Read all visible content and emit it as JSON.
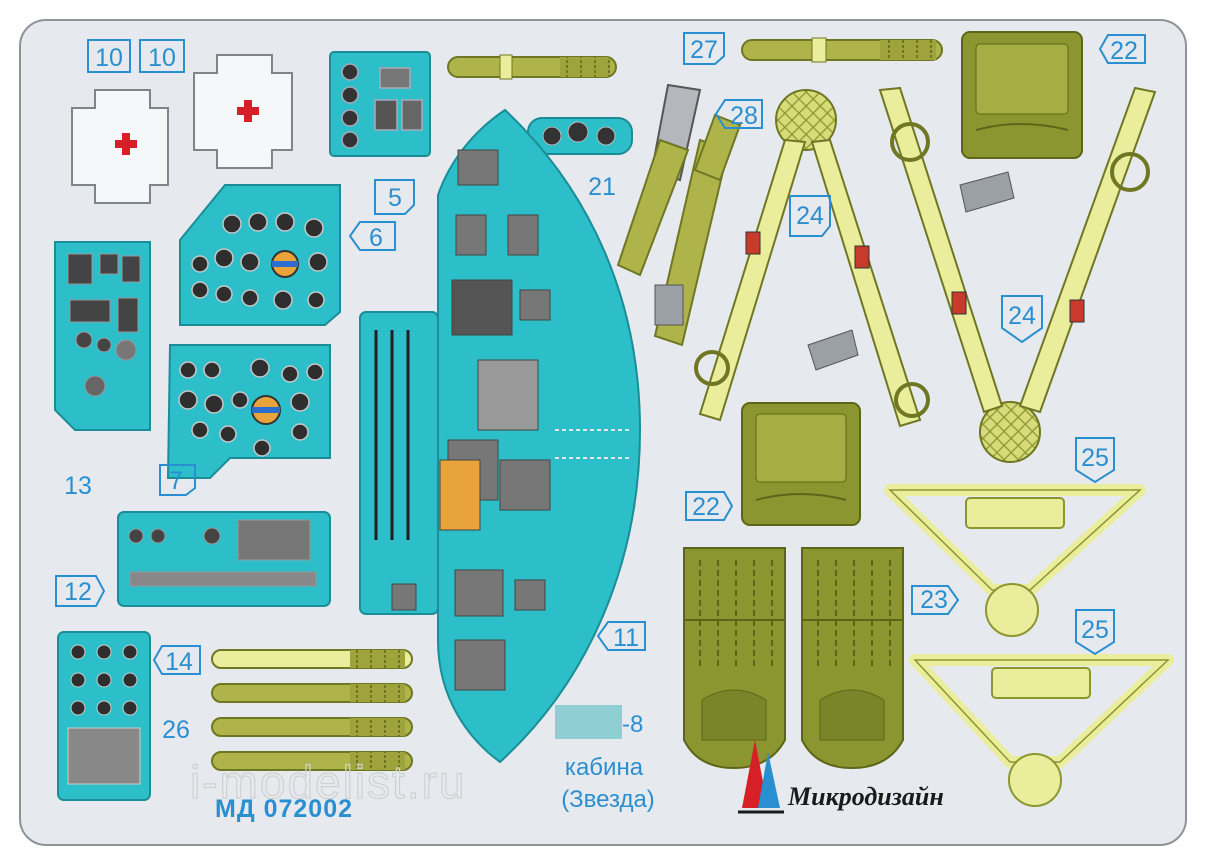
{
  "part_numbers": {
    "p10a": "10",
    "p10b": "10",
    "p5": "5",
    "p6": "6",
    "p7": "7",
    "p11": "11",
    "p12": "12",
    "p13": "13",
    "p14": "14",
    "p21": "21",
    "p22a": "22",
    "p22b": "22",
    "p23": "23",
    "p24a": "24",
    "p24b": "24",
    "p25a": "25",
    "p25b": "25",
    "p26": "26",
    "p27": "27",
    "p28": "28"
  },
  "set_title": {
    "suffix": "-8",
    "line2": "кабина",
    "line3": "(Звезда)"
  },
  "catalog_code": "МД 072002",
  "brand": "Микродизайн",
  "watermark": "i-modelist.ru",
  "colors": {
    "fret": "#e6eaee",
    "fret_outline": "#8d9398",
    "panel": "#2cbfc9",
    "panel_dark": "#1a8d96",
    "belt": "#aeb44a",
    "belt_light": "#eaed9c",
    "olive": "#8c9630",
    "label": "#2a8fd0",
    "red_cross": "#d61f26"
  }
}
